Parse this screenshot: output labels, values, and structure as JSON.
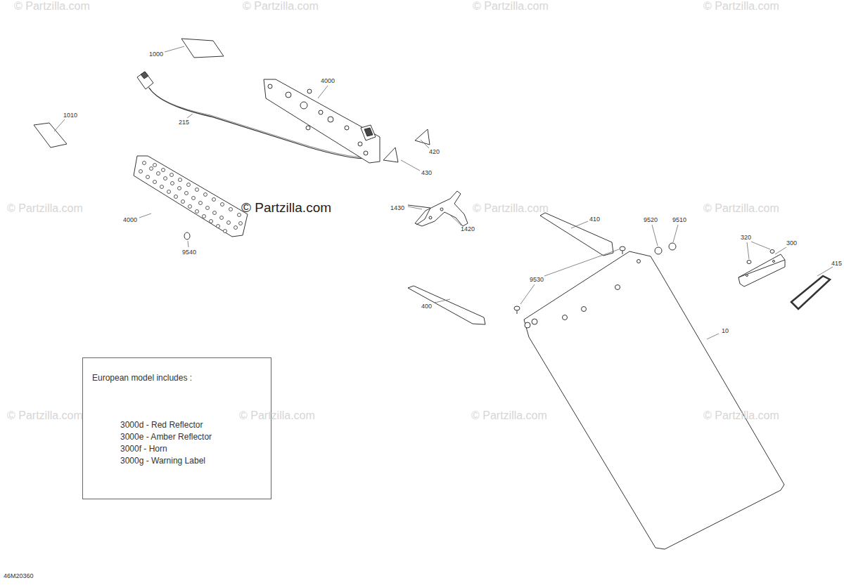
{
  "diagram": {
    "nodes": [
      {
        "text": [
          "European model includes :",
          "3000d - Red Reflector",
          "3000e - Amber Reflector",
          "3000f - Horn",
          "3000g - Warning Label"
        ]
      }
    ],
    "edges": [],
    "labels": [
      "© Partzilla.com",
      "© Partzilla.com",
      "© Partzilla.com",
      "© Partzilla.com",
      "1000",
      "4000",
      "1010",
      "215",
      "420",
      "430",
      "© Partzilla.com",
      "© Partzilla.com",
      "© Partzilla.com",
      "© Partzilla.com",
      "1430",
      "1420",
      "410",
      "9520",
      "9510",
      "4000",
      "320",
      "300",
      "9540",
      "415",
      "9530",
      "400",
      "10",
      "© Partzilla.com",
      "© Partzilla.com",
      "© Partzilla.com",
      "© Partzilla.com",
      "46M20360"
    ]
  }
}
